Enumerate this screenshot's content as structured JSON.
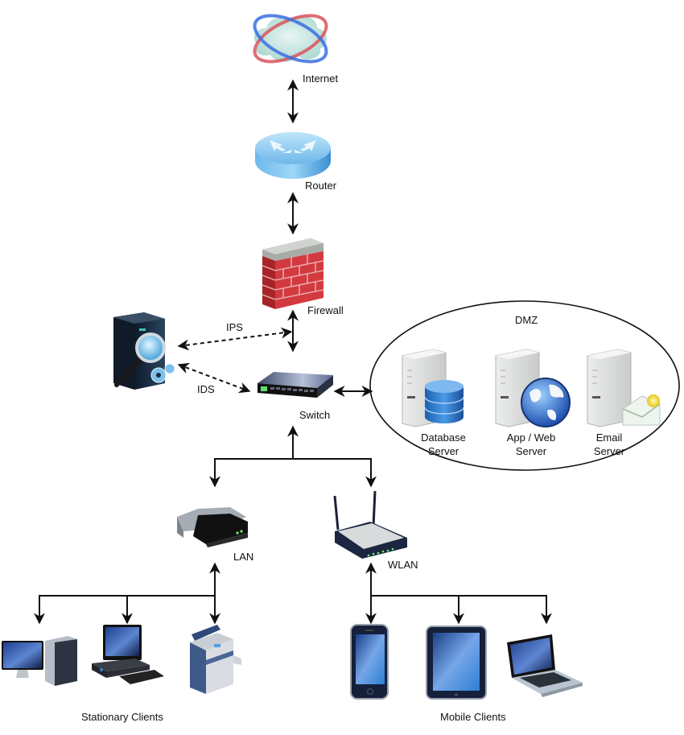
{
  "diagram": {
    "title": "",
    "nodes": {
      "internet": {
        "label": "Internet",
        "icon": "globe-cloud-icon"
      },
      "router": {
        "label": "Router",
        "icon": "router-icon"
      },
      "firewall": {
        "label": "Firewall",
        "icon": "brick-wall-icon"
      },
      "ips": {
        "label": "IPS"
      },
      "ids": {
        "label": "IDS"
      },
      "security_server": {
        "label": "",
        "icon": "security-server-icon"
      },
      "switch": {
        "label": "Switch",
        "icon": "network-switch-icon"
      },
      "lan": {
        "label": "LAN",
        "icon": "modem-icon"
      },
      "wlan": {
        "label": "WLAN",
        "icon": "wireless-router-icon"
      }
    },
    "dmz": {
      "label": "DMZ",
      "servers": [
        {
          "line1": "Database",
          "line2": "Server",
          "icon": "database-server-icon"
        },
        {
          "line1": "App / Web",
          "line2": "Server",
          "icon": "web-server-icon"
        },
        {
          "line1": "Email",
          "line2": "Server",
          "icon": "email-server-icon"
        }
      ]
    },
    "groups": {
      "stationary": {
        "label": "Stationary Clients",
        "devices": [
          "desktop-tower-icon",
          "desktop-computer-icon",
          "printer-copier-icon"
        ]
      },
      "mobile": {
        "label": "Mobile Clients",
        "devices": [
          "smartphone-icon",
          "tablet-icon",
          "laptop-icon"
        ]
      }
    },
    "edges": [
      {
        "from": "Internet",
        "to": "Router",
        "style": "solid",
        "direction": "both"
      },
      {
        "from": "Router",
        "to": "Firewall",
        "style": "solid",
        "direction": "both"
      },
      {
        "from": "Firewall",
        "to": "Switch",
        "style": "solid",
        "direction": "both"
      },
      {
        "from": "IPS",
        "to": "Firewall-Switch link",
        "style": "dashed",
        "direction": "both"
      },
      {
        "from": "IDS",
        "to": "Switch",
        "style": "dashed",
        "direction": "both"
      },
      {
        "from": "Switch",
        "to": "DMZ",
        "style": "solid",
        "direction": "both"
      },
      {
        "from": "Switch",
        "to": "LAN",
        "style": "solid",
        "direction": "forward"
      },
      {
        "from": "Switch",
        "to": "WLAN",
        "style": "solid",
        "direction": "forward"
      },
      {
        "from": "LAN",
        "to": "Stationary Clients",
        "style": "solid",
        "direction": "forward"
      },
      {
        "from": "WLAN",
        "to": "Mobile Clients",
        "style": "solid",
        "direction": "forward"
      }
    ]
  }
}
